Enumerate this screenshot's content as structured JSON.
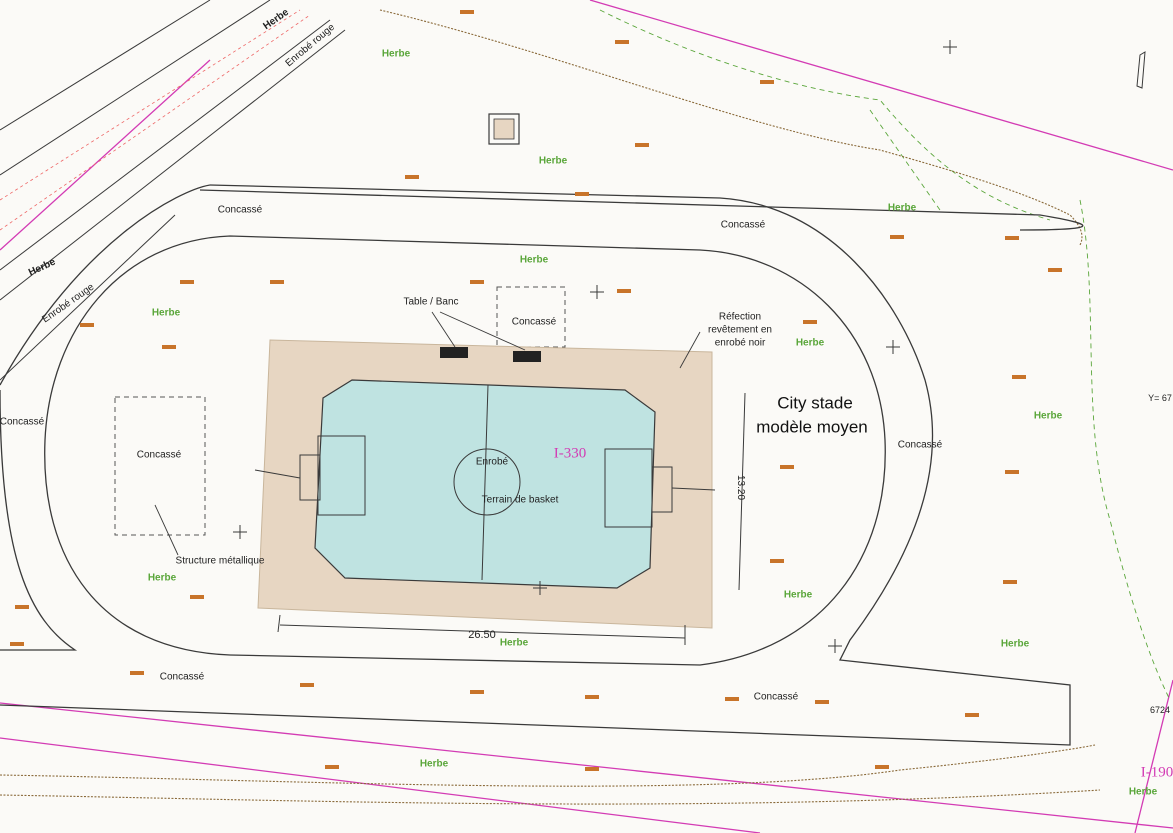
{
  "labels": {
    "herbe": "Herbe",
    "concasse": "Concassé",
    "enrobe_rouge": "Enrobé rouge",
    "table_banc": "Table / Banc",
    "refection": "Réfection revêtement en enrobé noir",
    "city_stade_line1": "City stade",
    "city_stade_line2": "modèle moyen",
    "enrobe": "Enrobé",
    "terrain_basket": "Terrain de basket",
    "structure": "Structure métallique",
    "parcel_main": "I-330",
    "parcel_edge": "I-190",
    "dim_length": "26.50",
    "dim_width": "13.20",
    "coord_a": "Y= 67",
    "coord_b": "6724"
  },
  "colors": {
    "line": "#3a3a3a",
    "parcel": "#d33bb4",
    "elevation": "#c8742a",
    "grass": "#5aa63a",
    "court_fill": "#bfe3e1",
    "court_surround": "#e7d6c2"
  }
}
